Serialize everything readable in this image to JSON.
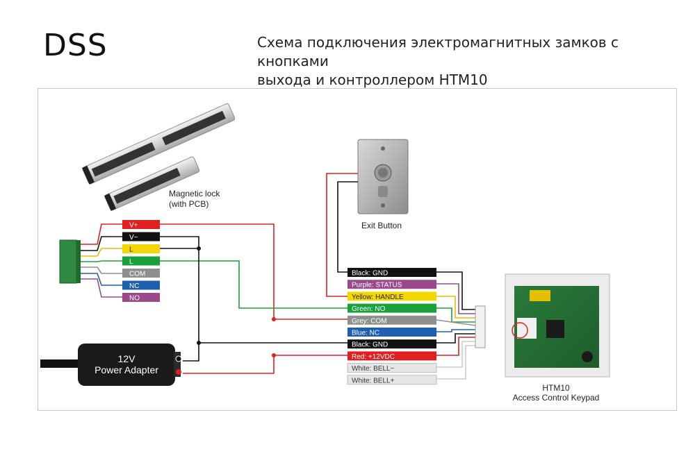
{
  "header": {
    "logo": "DSS",
    "title_line1": "Схема подключения электромагнитных замков с кнопками",
    "title_line2": "выхода и контроллером  HTM10"
  },
  "components": {
    "magnetic_lock": {
      "line1": "Magnetic lock",
      "line2": "(with PCB)"
    },
    "exit_button": {
      "label": "Exit Button"
    },
    "power_adapter": {
      "line1": "12V",
      "line2": "Power Adapter",
      "minus": "−",
      "plus": "+"
    },
    "keypad": {
      "line1": "HTM10",
      "line2": "Access Control Keypad"
    }
  },
  "lock_terminals": [
    {
      "label": "V+",
      "color": "#e02020",
      "text": "#ffffff"
    },
    {
      "label": "V−",
      "color": "#111111",
      "text": "#ffffff"
    },
    {
      "label": "L",
      "color": "#f3d800",
      "text": "#222222"
    },
    {
      "label": "L",
      "color": "#1aa23a",
      "text": "#ffffff"
    },
    {
      "label": "COM",
      "color": "#8f8f8f",
      "text": "#ffffff"
    },
    {
      "label": "NC",
      "color": "#1e5fb0",
      "text": "#ffffff"
    },
    {
      "label": "NO",
      "color": "#9a4a8a",
      "text": "#ffffff"
    }
  ],
  "controller_wires": [
    {
      "label": "Black: GND",
      "color": "#111111",
      "text": "#ffffff"
    },
    {
      "label": "Purple: STATUS",
      "color": "#9a4a8a",
      "text": "#ffffff"
    },
    {
      "label": "Yellow: HANDLE",
      "color": "#f3d800",
      "text": "#222222"
    },
    {
      "label": "Green: NO",
      "color": "#1aa23a",
      "text": "#ffffff"
    },
    {
      "label": "Grey: COM",
      "color": "#8f8f8f",
      "text": "#ffffff"
    },
    {
      "label": "Blue: NC",
      "color": "#1e5fb0",
      "text": "#ffffff"
    },
    {
      "label": "Black: GND",
      "color": "#111111",
      "text": "#ffffff"
    },
    {
      "label": "Red: +12VDC",
      "color": "#e02020",
      "text": "#ffffff"
    },
    {
      "label": "White: BELL−",
      "color": "#e6e6e6",
      "text": "#333333"
    },
    {
      "label": "White: BELL+",
      "color": "#e6e6e6",
      "text": "#333333"
    }
  ]
}
